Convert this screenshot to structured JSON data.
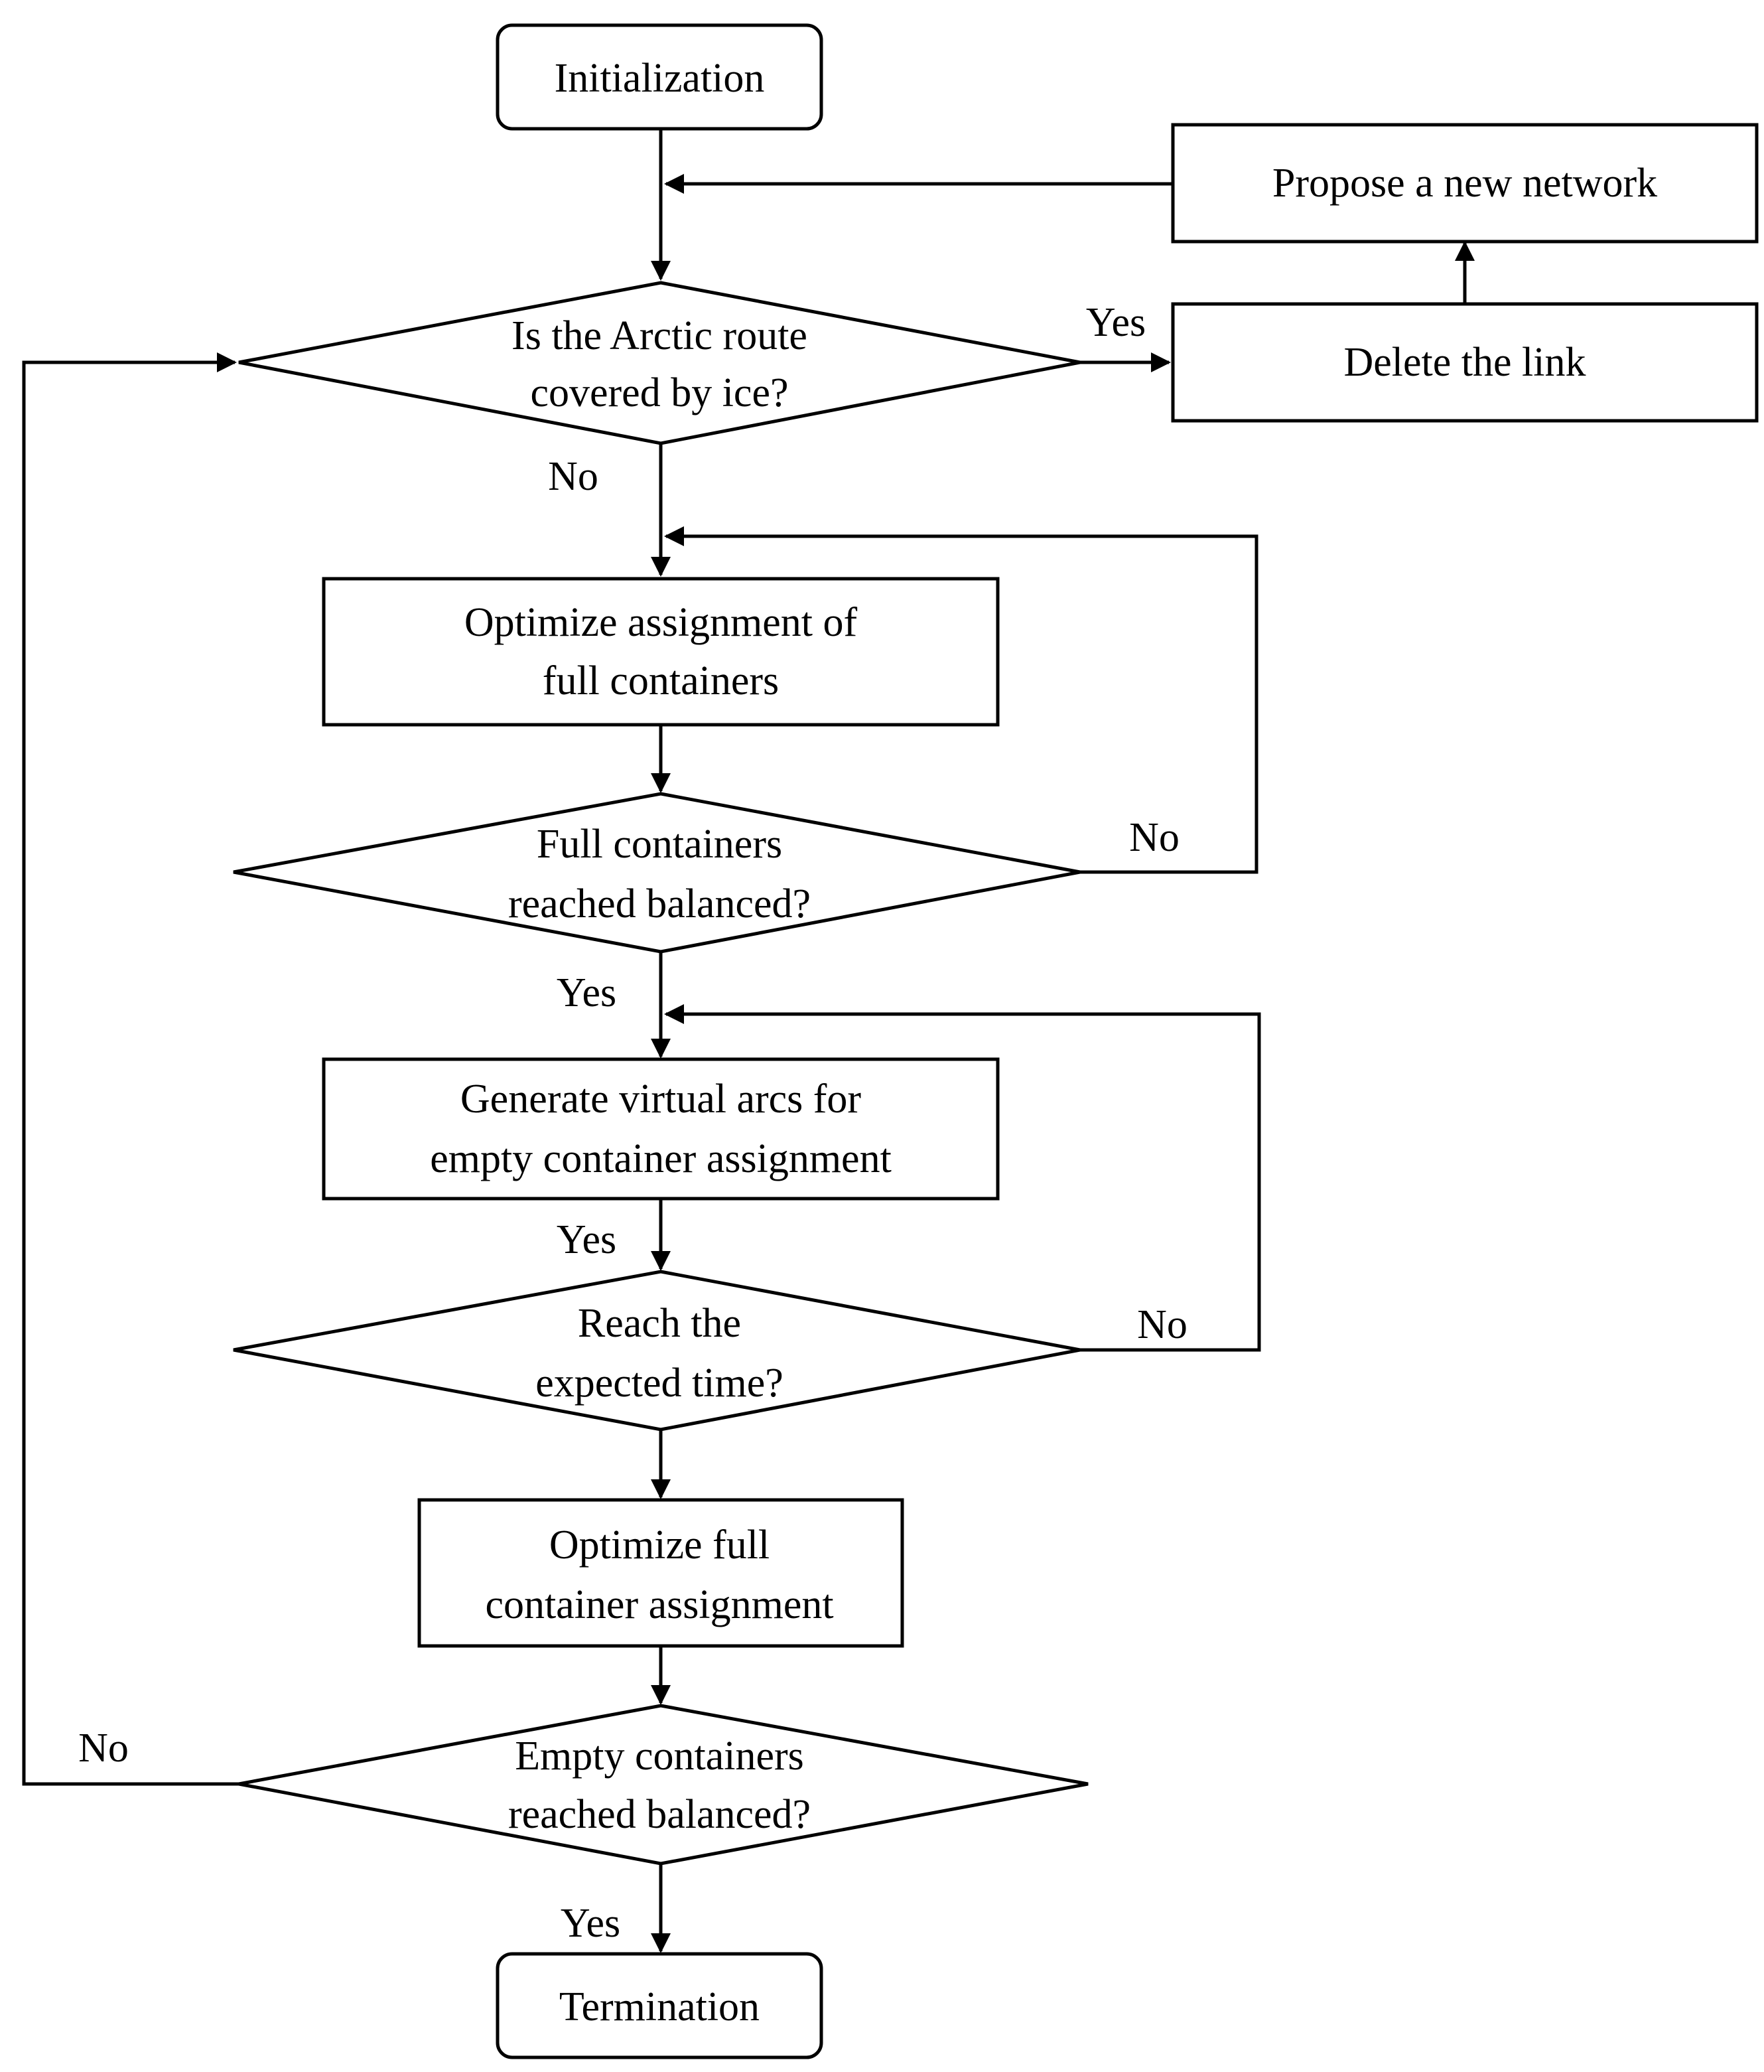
{
  "nodes": {
    "initialization": "Initialization",
    "arctic_question": [
      "Is the Arctic route",
      "covered by ice?"
    ],
    "delete_link": "Delete the link",
    "propose_network": "Propose a new network",
    "optimize_full": [
      "Optimize assignment of",
      "full containers"
    ],
    "full_balanced": [
      "Full containers",
      "reached balanced?"
    ],
    "generate_arcs": [
      "Generate virtual arcs for",
      "empty container assignment"
    ],
    "expected_time": [
      "Reach the",
      "expected time?"
    ],
    "optimize_full_2": [
      "Optimize full",
      "container assignment"
    ],
    "empty_balanced": [
      "Empty containers",
      "reached balanced?"
    ],
    "termination": "Termination"
  },
  "edge_labels": {
    "arctic_yes": "Yes",
    "arctic_no": "No",
    "full_no": "No",
    "full_yes": "Yes",
    "arcs_yes": "Yes",
    "time_no": "No",
    "empty_no": "No",
    "empty_yes": "Yes"
  }
}
